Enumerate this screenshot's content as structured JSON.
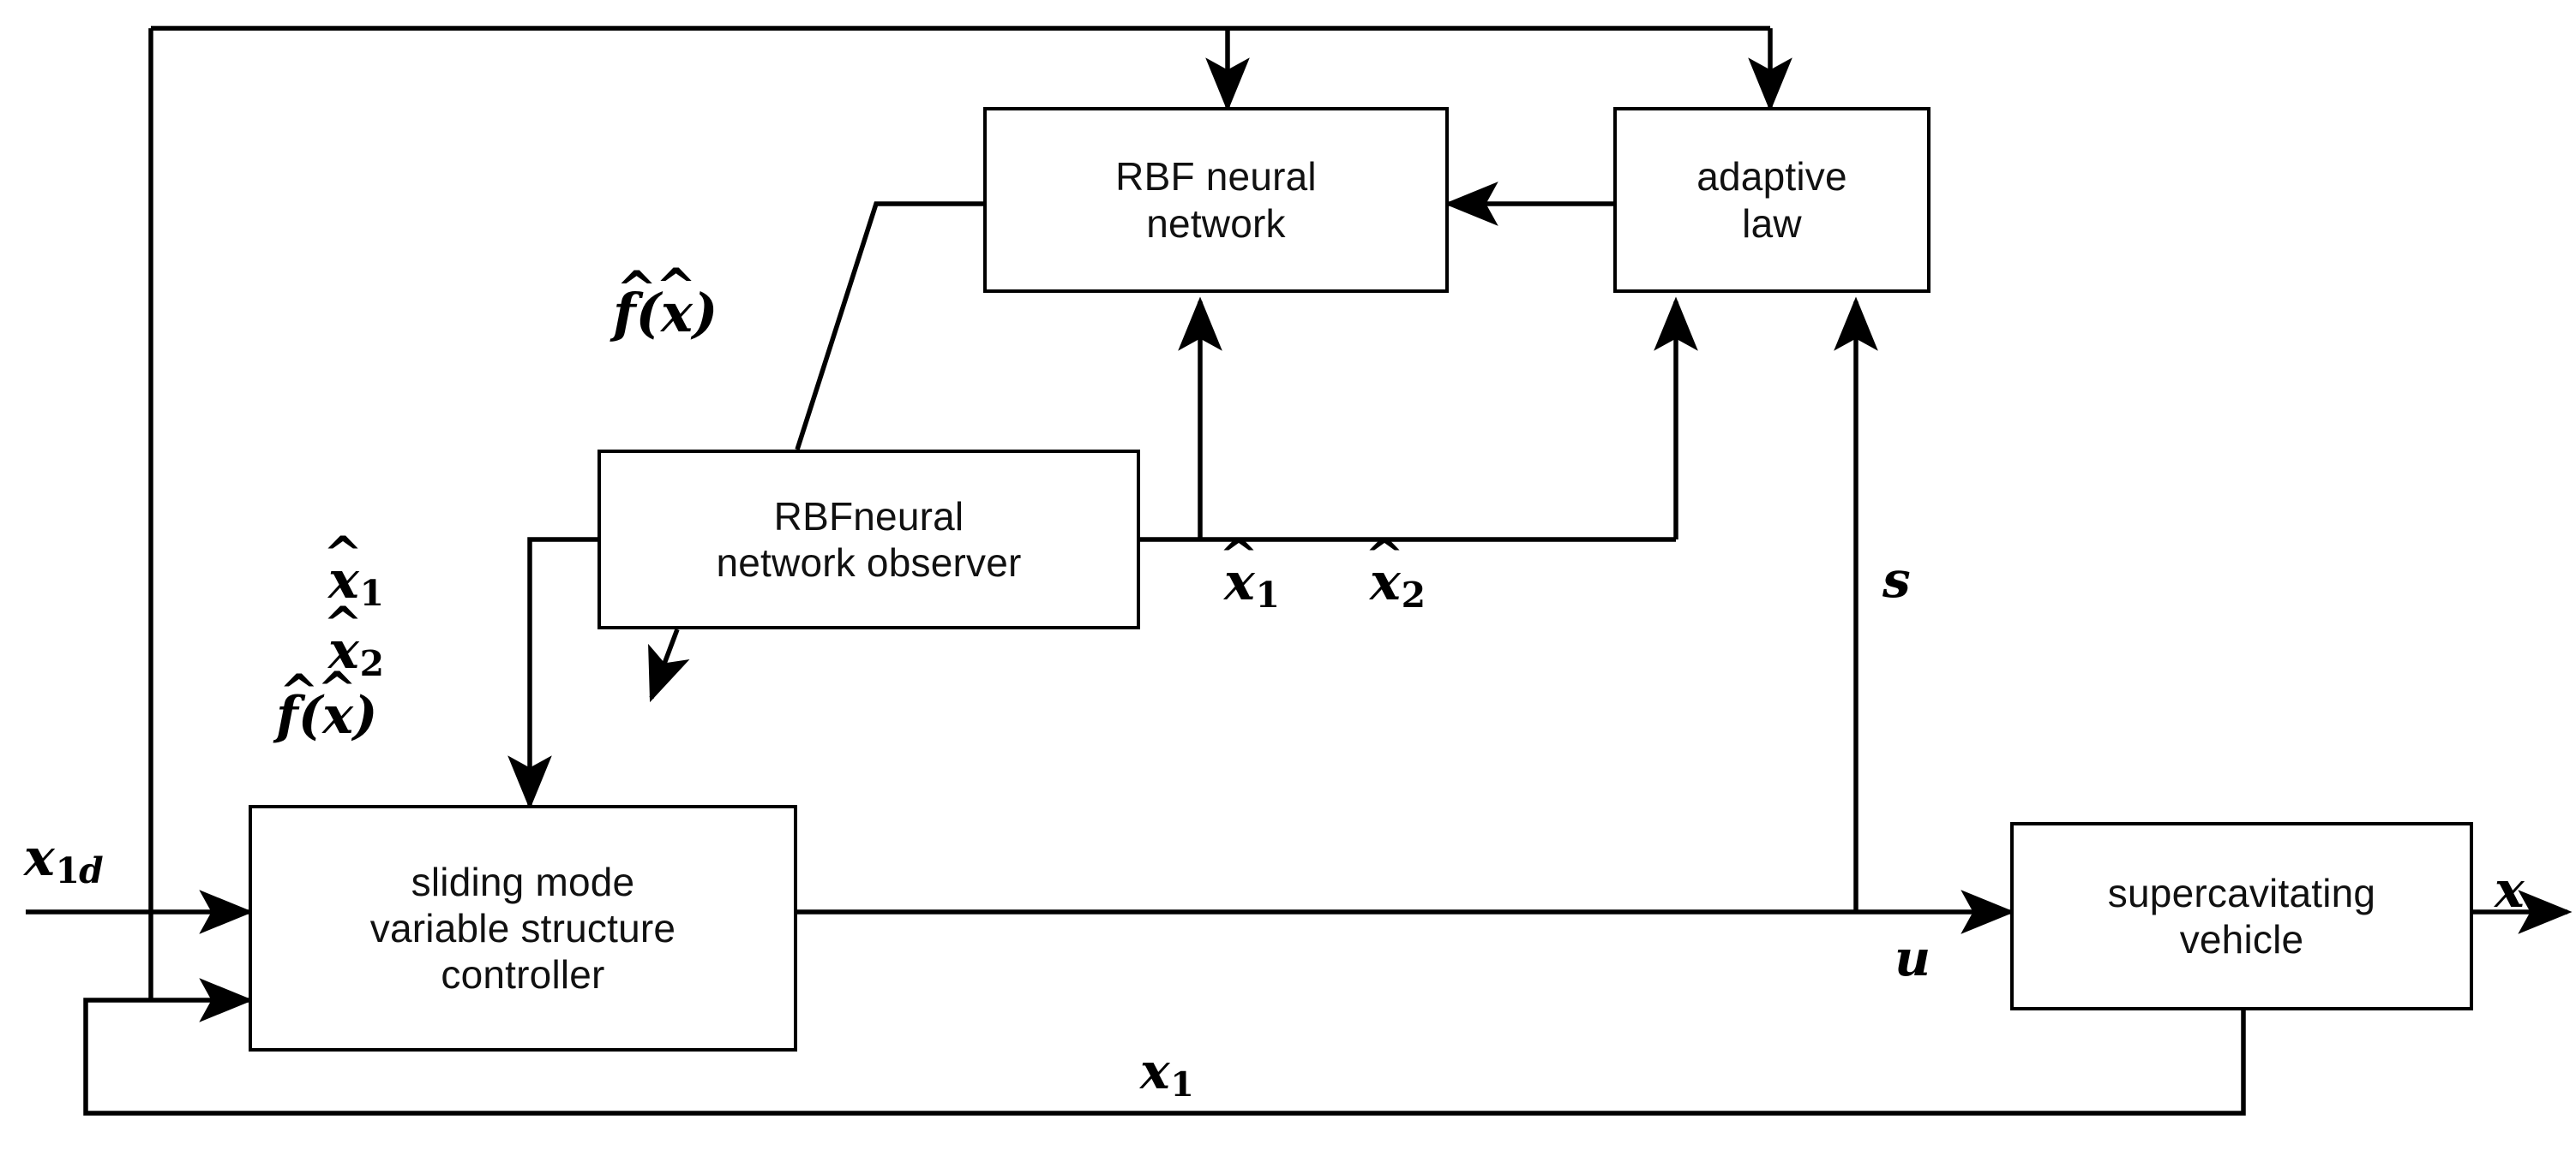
{
  "diagram": {
    "title": "Adaptive sliding mode control block diagram for a supercavitating vehicle",
    "type": "control-block-diagram",
    "background": "#ffffff",
    "line_color": "#000000",
    "text_color": "#111111"
  },
  "blocks": {
    "rbf_neural_network": {
      "label": "RBF neural\nnetwork"
    },
    "adaptive_law": {
      "label": "adaptive\nlaw"
    },
    "rbf_observer": {
      "label": "RBFneural\nnetwork observer"
    },
    "sliding_mode_controller": {
      "label": "sliding mode\nvariable structure\ncontroller"
    },
    "supercavitating_vehicle": {
      "label": "supercavitating\nvehicle"
    }
  },
  "signals": {
    "f_hat_upper": {
      "base": "f",
      "hat": "^",
      "arg_base": "x",
      "arg_hat": "^",
      "open": "(",
      "close": ")"
    },
    "x1_hat_left": {
      "base": "x",
      "hat": "^",
      "sub": "1"
    },
    "x2_hat_left": {
      "base": "x",
      "hat": "^",
      "sub": "2"
    },
    "f_hat_left": {
      "base": "f",
      "hat": "^",
      "arg_base": "x",
      "arg_hat": "^",
      "open": "(",
      "close": ")"
    },
    "x1_hat_mid": {
      "base": "x",
      "hat": "^",
      "sub": "1"
    },
    "x2_hat_mid": {
      "base": "x",
      "hat": "^",
      "sub": "2"
    },
    "s_signal": {
      "base": "s"
    },
    "u_signal": {
      "base": "u"
    },
    "x_output": {
      "base": "x"
    },
    "x1d_input": {
      "base": "x",
      "sub_num": "1",
      "sub_it": "d"
    },
    "x1_feedback": {
      "base": "x",
      "sub": "1"
    }
  }
}
